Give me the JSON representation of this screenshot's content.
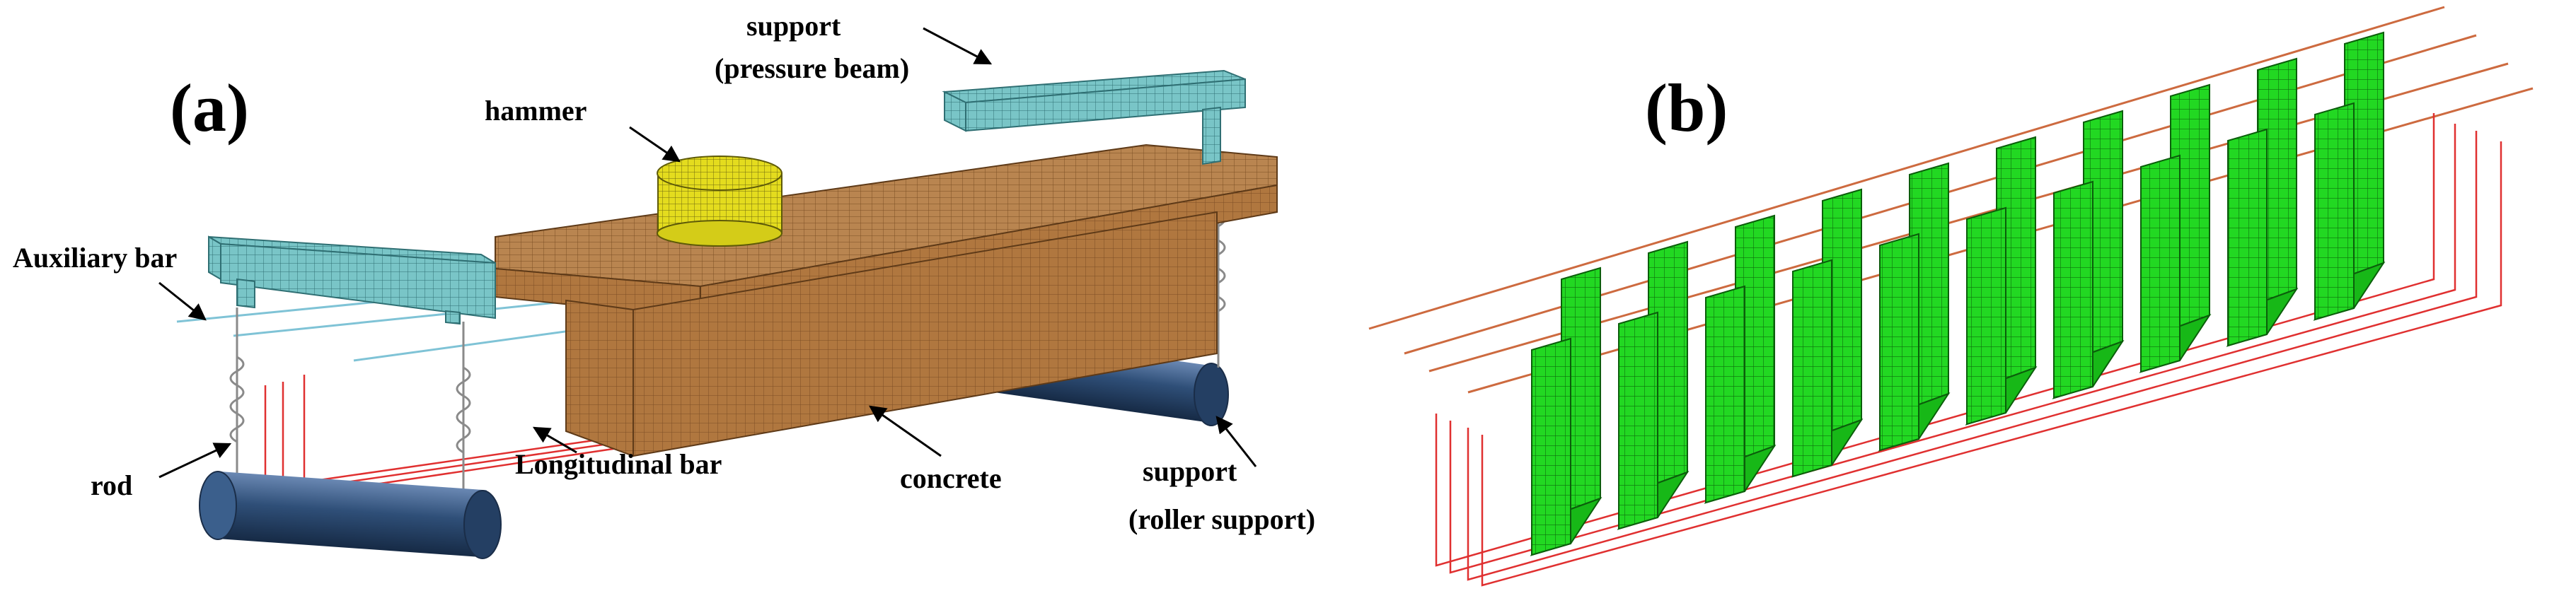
{
  "panels": {
    "a": {
      "tag": "(a)"
    },
    "b": {
      "tag": "(b)"
    }
  },
  "labels": {
    "support_top": "support",
    "pressure_beam": "(pressure beam)",
    "hammer": "hammer",
    "auxiliary_bar": "Auxiliary bar",
    "rod": "rod",
    "longitudinal_bar": "Longitudinal bar",
    "concrete": "concrete",
    "support_bottom": "support",
    "roller_support": "(roller support)"
  },
  "colors": {
    "concrete": "#b0773f",
    "concrete_dark": "#8a5a2c",
    "beam": "#79c5c7",
    "beam_dark": "#4f9ea2",
    "hammer": "#e4dc1e",
    "roller": "#2f4f78",
    "stirrup": "#1fd21f",
    "stirrup_dark": "#118a11",
    "rebar_red": "#e03030",
    "rebar_orange": "#cd6a3f",
    "aux_bar": "#7fc3d6"
  }
}
